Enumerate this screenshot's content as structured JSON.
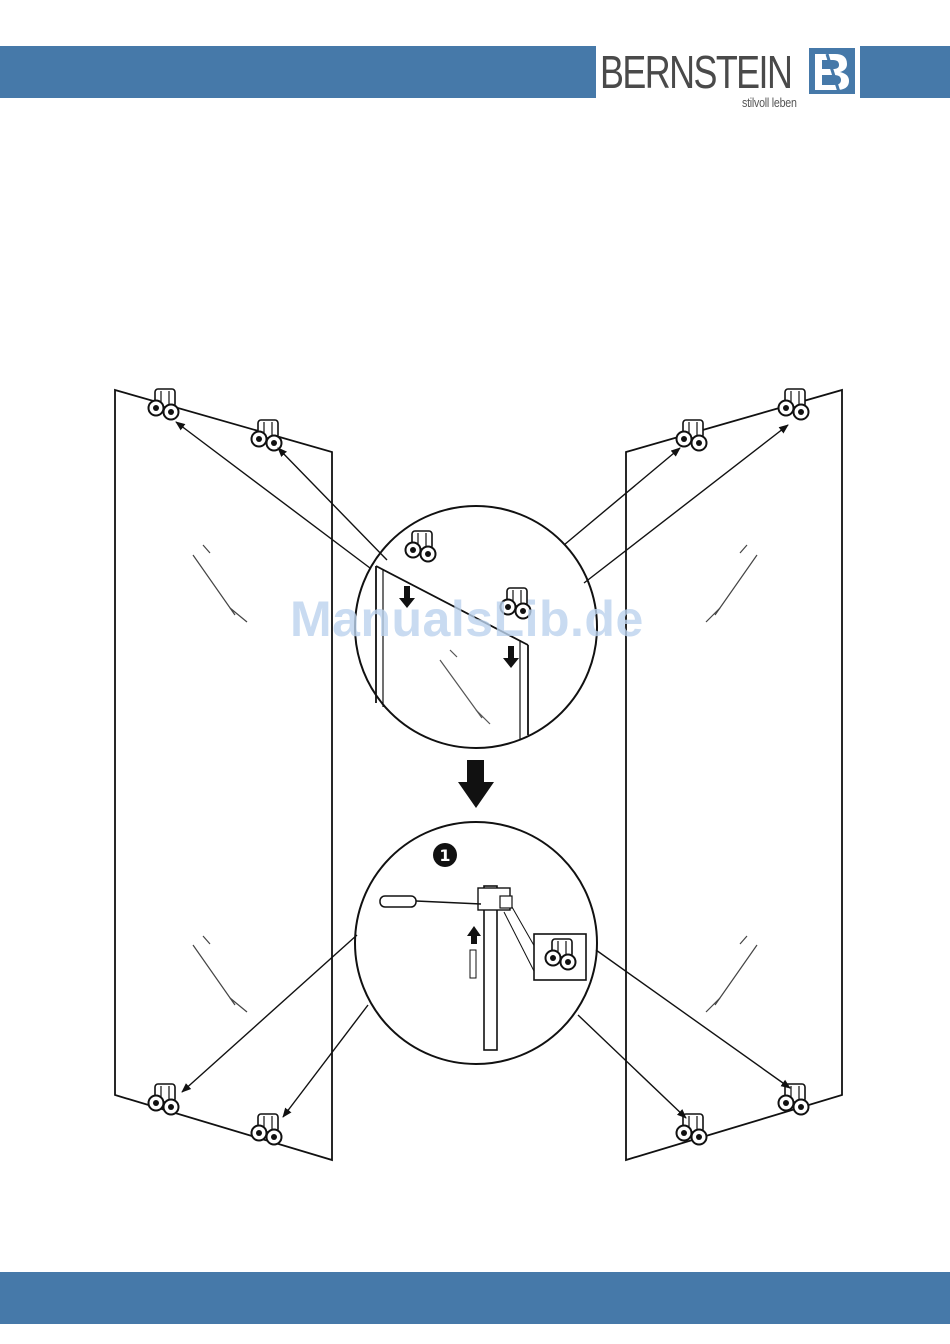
{
  "header": {
    "brand_name": "BERNSTEIN",
    "brand_tagline": "stilvoll leben",
    "band_color": "#4679a9"
  },
  "diagram": {
    "step_number": "1",
    "icons": [
      "glass-panel",
      "roller-wheel",
      "screwdriver",
      "down-arrow",
      "up-arrow"
    ]
  },
  "watermark": {
    "text": "ManualsLib.de"
  },
  "footer": {
    "band_color": "#4679a9"
  }
}
